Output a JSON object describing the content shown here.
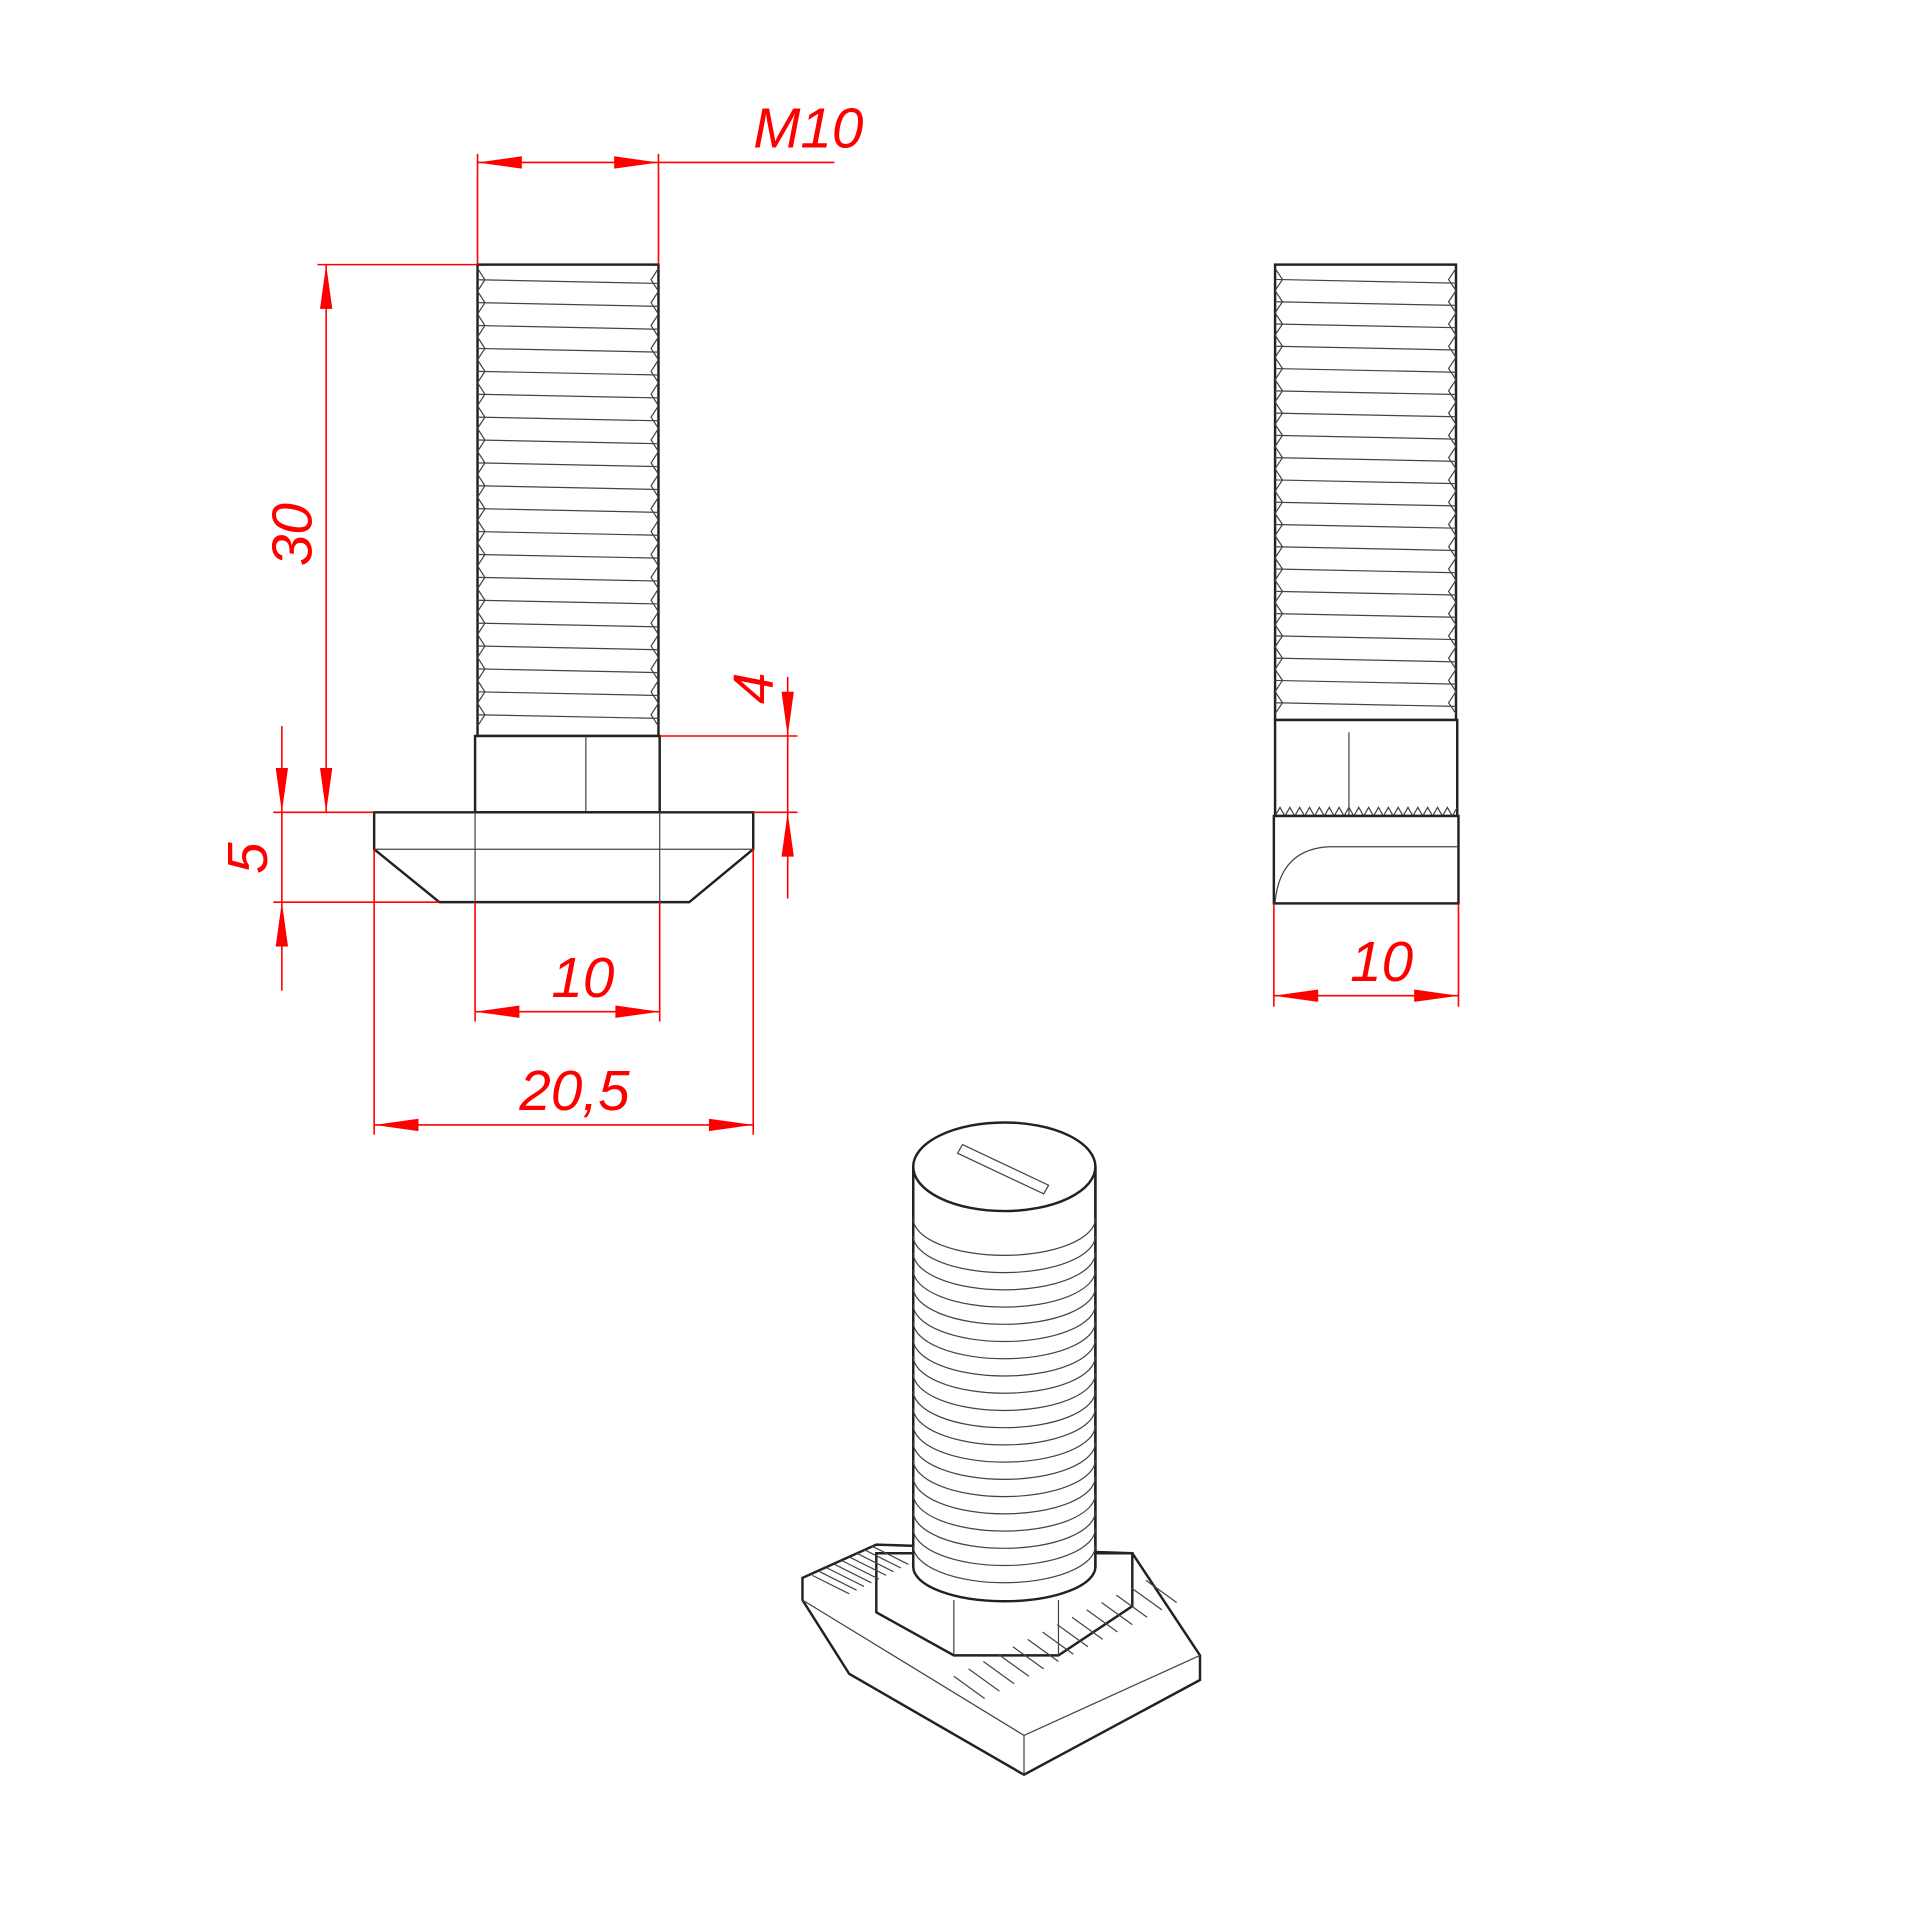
{
  "drawing": {
    "title": "T-bolt M10x30 technical drawing",
    "colors": {
      "dimension": "#ff0000",
      "outline": "#222222"
    },
    "dimensions": {
      "thread": "M10",
      "length": "30",
      "neck_height": "4",
      "head_height": "5",
      "neck_width": "10",
      "head_width": "20,5",
      "side_width": "10"
    },
    "thread_count": 20
  }
}
